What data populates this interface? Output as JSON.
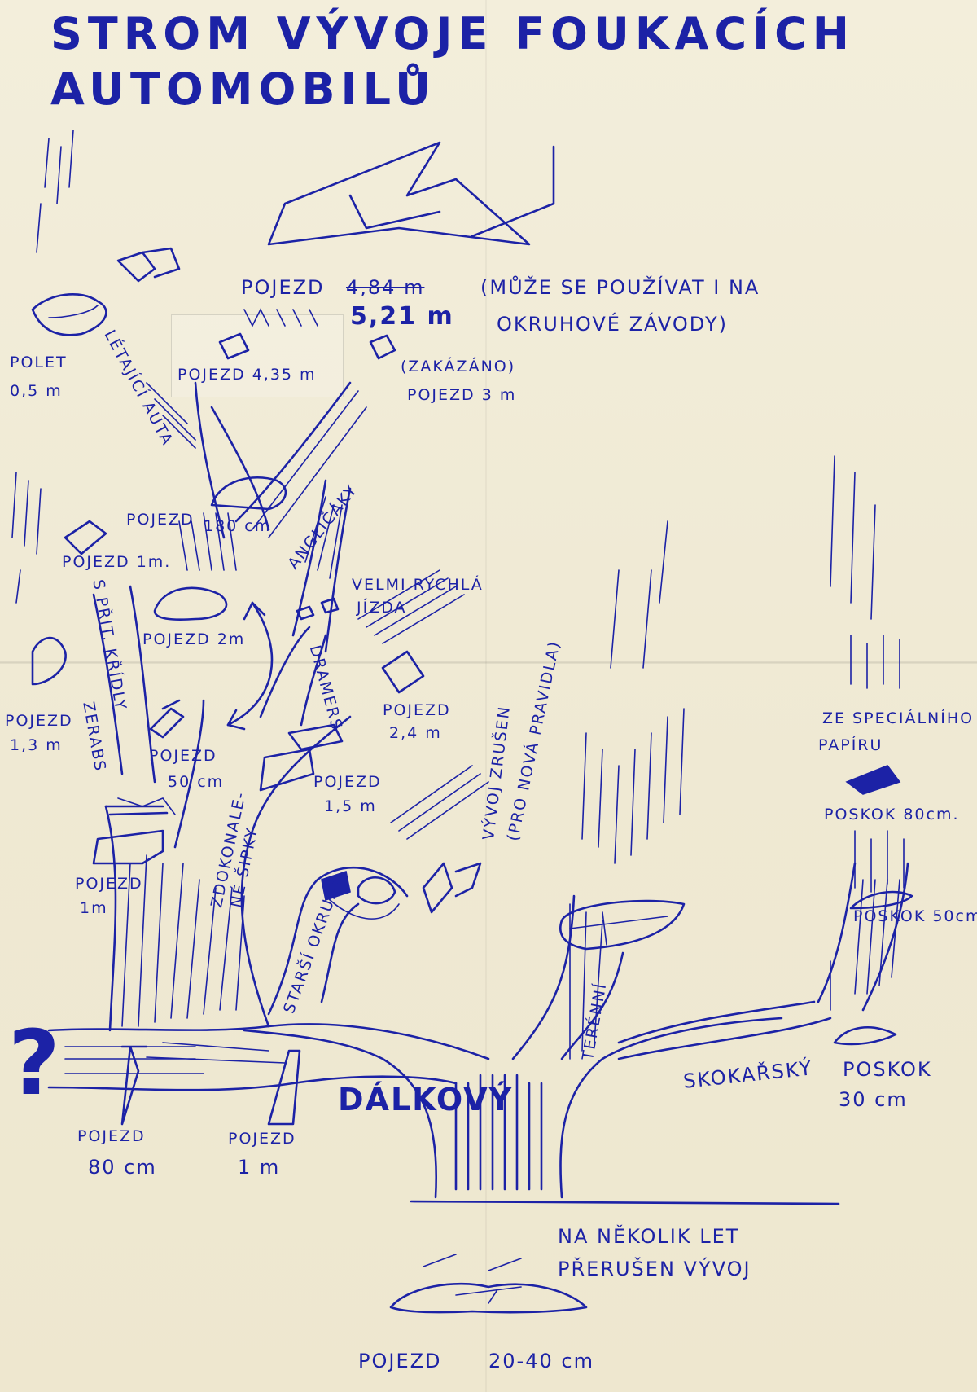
{
  "title": {
    "line1": "STROM VÝVOJE FOUKACÍCH",
    "line2": "AUTOMOBILŮ"
  },
  "top_model": {
    "label": "POJEZD",
    "old_value": "4,84 m",
    "new_value": "5,21 m",
    "note_line1": "(MŮŽE SE POUŽÍVAT I NA",
    "note_line2": "OKRUHOVÉ ZÁVODY)"
  },
  "labels": {
    "pojezd_435": "POJEZD 4,35 m",
    "pojezd_3m_forbidden": "(ZAKÁZÁNO)",
    "pojezd_3m": "POJEZD 3 m",
    "polet_label": "POLET",
    "polet_value": "0,5 m",
    "letajici_auta": "LÉTAJÍCÍ AUTA",
    "pojezd_180": "POJEZD",
    "pojezd_180_value": "180 cm",
    "pojezd_1m_left": "POJEZD 1m.",
    "anglicaky": "ANGLIČÁKY",
    "velmi_rychla": "VELMI RYCHLÁ",
    "jizda": "JÍZDA",
    "s_pritizenymi": "S PŘIT. KŘÍDLY",
    "pojezd_2m": "POJEZD 2m",
    "pojezd_13_label": "POJEZD",
    "pojezd_13_value": "1,3 m",
    "zerabs": "ZERABS",
    "pojezd_50_label": "POJEZD",
    "pojezd_50_value": "50 cm",
    "dramers": "DRAMERS",
    "pojezd_24_label": "POJEZD",
    "pojezd_24_value": "2,4 m",
    "pojezd_15_label": "POJEZD",
    "pojezd_15_value": "1,5 m",
    "vyvoj_zrusen": "VÝVOJ ZRUŠEN",
    "nova_pravidla": "(PRO NOVÁ PRAVIDLA)",
    "ze_specialniho": "ZE SPECIÁLNÍHO",
    "papiru": "PAPÍRU",
    "poskok_80": "POSKOK 80cm.",
    "poskok_50": "POSKOK 50cm",
    "zdokonale": "ZDOKONALE-",
    "ne_sipky": "NÉ ŠIPKY",
    "pojezd_1m_mid_label": "POJEZD",
    "pojezd_1m_mid_value": "1m",
    "starsi_okruhove": "STARŠÍ OKRUHY",
    "terenni": "TERÉNNÍ",
    "skokarsky": "SKOKAŘSKÝ",
    "poskok_30_label": "POSKOK",
    "poskok_30_value": "30 cm",
    "question_mark": "?",
    "dalkovy": "DÁLKOVÝ",
    "pojezd_80_label": "POJEZD",
    "pojezd_80_value": "80 cm",
    "pojezd_1m_low_label": "POJEZD",
    "pojezd_1m_low_value": "1 m",
    "interrupted_line1": "NA NĚKOLIK LET",
    "interrupted_line2": "PŘERUŠEN VÝVOJ",
    "base_label": "POJEZD",
    "base_value": "20-40 cm"
  },
  "colors": {
    "ink": "#1c22a6",
    "paper": "#f1ecd8"
  }
}
